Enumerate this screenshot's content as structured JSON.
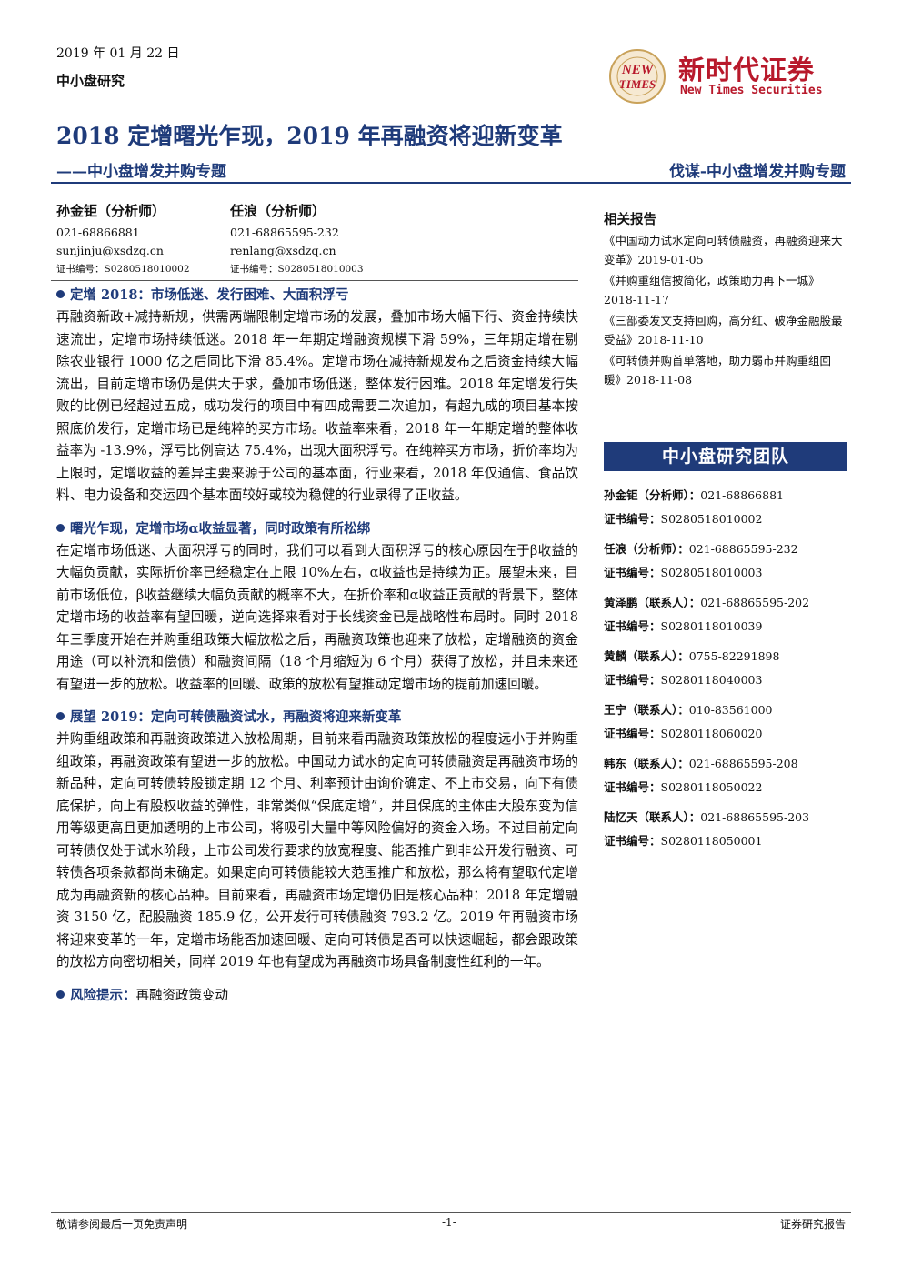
{
  "header": {
    "date": "2019 年 01 月 22 日",
    "category": "中小盘研究",
    "logo": {
      "cn": "新时代证券",
      "en": "New Times Securities",
      "badge_top": "NEW",
      "badge_bottom": "TIMES"
    }
  },
  "title": "2018 定增曙光乍现，2019 年再融资将迎新变革",
  "subtitle": "——中小盘增发并购专题",
  "series": "伐谋-中小盘增发并购专题",
  "analysts": [
    {
      "name": "孙金钜（分析师）",
      "phone": "021-68866881",
      "email": "sunjinju@xsdzq.cn",
      "cert": "证书编号：S0280518010002"
    },
    {
      "name": "任浪（分析师）",
      "phone": "021-68865595-232",
      "email": "renlang@xsdzq.cn",
      "cert": "证书编号：S0280518010003"
    }
  ],
  "sections": [
    {
      "heading": "定增 2018：市场低迷、发行困难、大面积浮亏",
      "body": "再融资新政+减持新规，供需两端限制定增市场的发展，叠加市场大幅下行、资金持续快速流出，定增市场持续低迷。2018 年一年期定增融资规模下滑 59%，三年期定增在剔除农业银行 1000 亿之后同比下滑 85.4%。定增市场在减持新规发布之后资金持续大幅流出，目前定增市场仍是供大于求，叠加市场低迷，整体发行困难。2018 年定增发行失败的比例已经超过五成，成功发行的项目中有四成需要二次追加，有超九成的项目基本按照底价发行，定增市场已是纯粹的买方市场。收益率来看，2018 年一年期定增的整体收益率为 -13.9%，浮亏比例高达 75.4%，出现大面积浮亏。在纯粹买方市场，折价率均为上限时，定增收益的差异主要来源于公司的基本面，行业来看，2018 年仅通信、食品饮料、电力设备和交运四个基本面较好或较为稳健的行业录得了正收益。"
    },
    {
      "heading": "曙光乍现，定增市场α收益显著，同时政策有所松绑",
      "body": "在定增市场低迷、大面积浮亏的同时，我们可以看到大面积浮亏的核心原因在于β收益的大幅负贡献，实际折价率已经稳定在上限 10%左右，α收益也是持续为正。展望未来，目前市场低位，β收益继续大幅负贡献的概率不大，在折价率和α收益正贡献的背景下，整体定增市场的收益率有望回暖，逆向选择来看对于长线资金已是战略性布局时。同时 2018 年三季度开始在并购重组政策大幅放松之后，再融资政策也迎来了放松，定增融资的资金用途（可以补流和偿债）和融资间隔（18 个月缩短为 6 个月）获得了放松，并且未来还有望进一步的放松。收益率的回暖、政策的放松有望推动定增市场的提前加速回暖。"
    },
    {
      "heading": "展望 2019：定向可转债融资试水，再融资将迎来新变革",
      "body": "并购重组政策和再融资政策进入放松周期，目前来看再融资政策放松的程度远小于并购重组政策，再融资政策有望进一步的放松。中国动力试水的定向可转债融资是再融资市场的新品种，定向可转债转股锁定期 12 个月、利率预计由询价确定、不上市交易，向下有债底保护，向上有股权收益的弹性，非常类似“保底定增”，并且保底的主体由大股东变为信用等级更高且更加透明的上市公司，将吸引大量中等风险偏好的资金入场。不过目前定向可转债仅处于试水阶段，上市公司发行要求的放宽程度、能否推广到非公开发行融资、可转债各项条款都尚未确定。如果定向可转债能较大范围推广和放松，那么将有望取代定增成为再融资新的核心品种。目前来看，再融资市场定增仍旧是核心品种：2018 年定增融资 3150 亿，配股融资 185.9 亿，公开发行可转债融资 793.2 亿。2019 年再融资市场将迎来变革的一年，定增市场能否加速回暖、定向可转债是否可以快速崛起，都会跟政策的放松方向密切相关，同样 2019 年也有望成为再融资市场具备制度性红利的一年。"
    }
  ],
  "risk": {
    "label": "风险提示：",
    "text": "再融资政策变动"
  },
  "related": {
    "heading": "相关报告",
    "items": [
      "《中国动力试水定向可转债融资，再融资迎来大变革》2019-01-05",
      "《并购重组信披简化，政策助力再下一城》2018-11-17",
      "《三部委发文支持回购，高分红、破净金融股最受益》2018-11-10",
      "《可转债并购首单落地，助力弱市并购重组回暖》2018-11-08"
    ]
  },
  "team": {
    "heading": "中小盘研究团队",
    "cert_label": "证书编号：",
    "members": [
      {
        "name": "孙金钜（分析师）：",
        "phone": "021-68866881",
        "cert": "S0280518010002"
      },
      {
        "name": "任浪（分析师）：",
        "phone": "021-68865595-232",
        "cert": "S0280518010003"
      },
      {
        "name": "黄泽鹏（联系人）：",
        "phone": "021-68865595-202",
        "cert": "S0280118010039"
      },
      {
        "name": "黄麟（联系人）：",
        "phone": "0755-82291898",
        "cert": "S0280118040003"
      },
      {
        "name": "王宁（联系人）：",
        "phone": "010-83561000",
        "cert": "S0280118060020"
      },
      {
        "name": "韩东（联系人）：",
        "phone": "021-68865595-208",
        "cert": "S0280118050022"
      },
      {
        "name": "陆忆天（联系人）：",
        "phone": "021-68865595-203",
        "cert": "S0280118050001"
      }
    ]
  },
  "footer": {
    "left": "敬请参阅最后一页免责声明",
    "page": "-1-",
    "right": "证券研究报告"
  },
  "colors": {
    "accent": "#1f3b7a",
    "brand_red": "#b8192b"
  }
}
